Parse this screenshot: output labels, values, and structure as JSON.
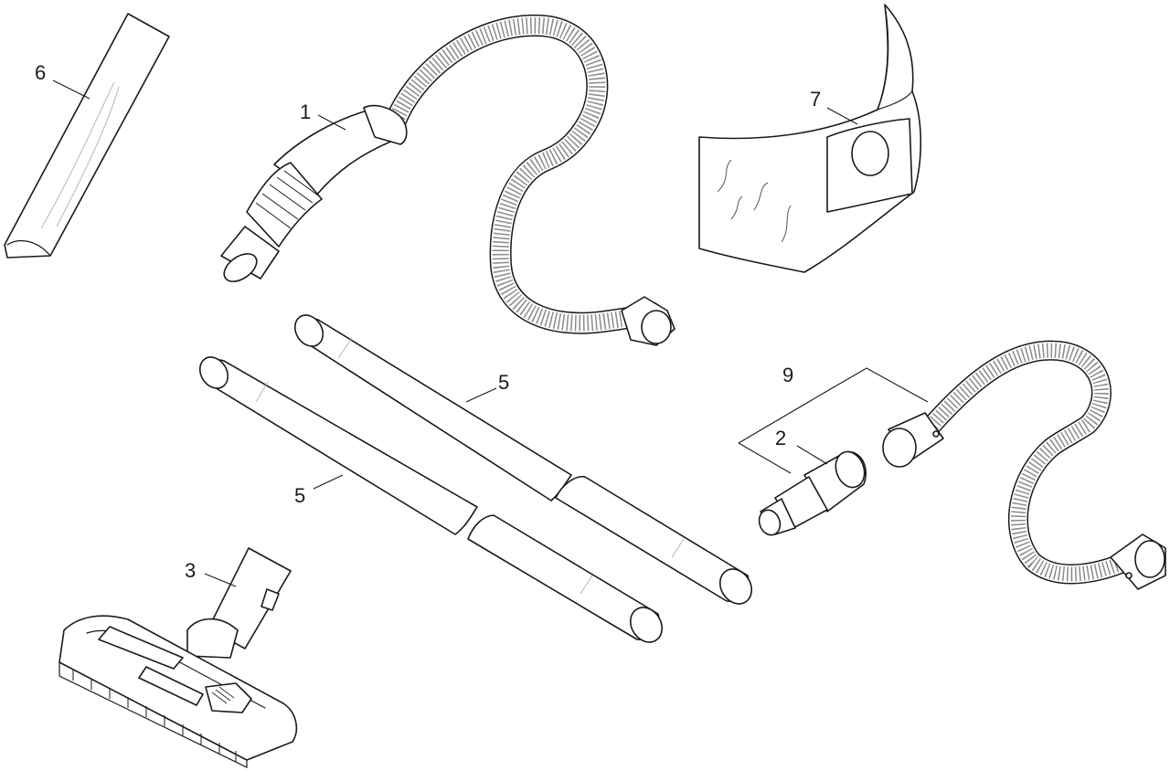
{
  "callouts": {
    "crevice_nozzle": "6",
    "suction_hose": "1",
    "filter_bag": "7",
    "extension_tube_upper": "5",
    "extension_tube_lower": "5",
    "adapter_kit": "9",
    "adapter": "2",
    "floor_nozzle": "3"
  },
  "colors": {
    "line": "#1a1a1a",
    "fill": "#ffffff",
    "shade": "#b8b8b8"
  }
}
